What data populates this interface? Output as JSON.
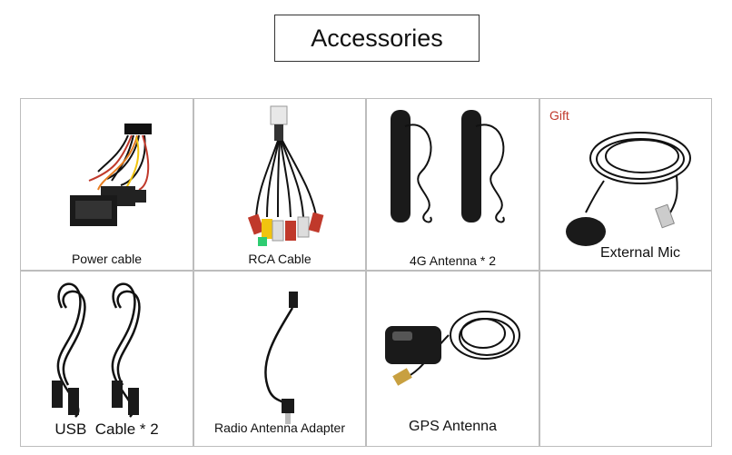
{
  "page": {
    "title": "Accessories"
  },
  "accessories": [
    {
      "label": "Power cable"
    },
    {
      "label": "RCA Cable"
    },
    {
      "label": "4G Antenna * 2"
    },
    {
      "label": "External Mic",
      "badge": "Gift"
    },
    {
      "label": "USB  Cable * 2"
    },
    {
      "label": "Radio Antenna Adapter"
    },
    {
      "label": "GPS Antenna"
    },
    {
      "label": ""
    }
  ],
  "colors": {
    "gift_badge": "#c0392b",
    "cable": "#1a1a1a",
    "border": "#bdbdbd"
  }
}
